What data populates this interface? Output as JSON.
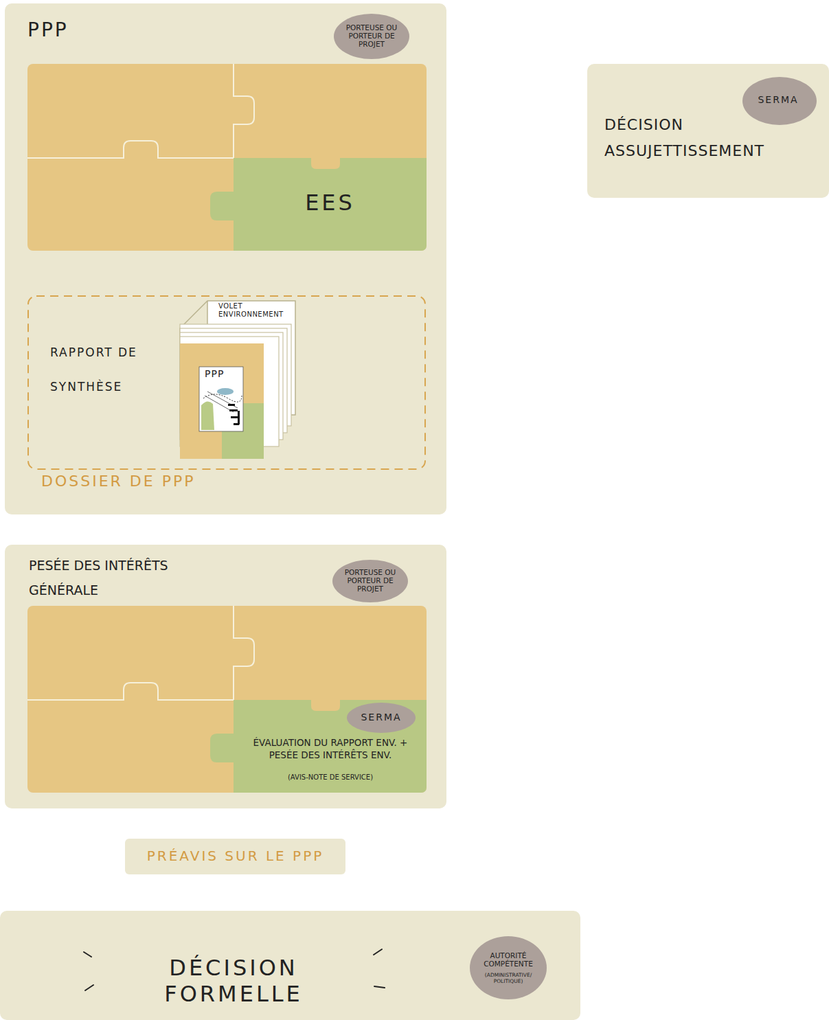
{
  "diagram": {
    "nodes": [
      {
        "text": [
          "PPP"
        ]
      },
      {
        "text": [
          "PORTEUSE OU PORTEUR DE PROJET"
        ],
        "in": 0
      },
      {
        "text": [
          "EES"
        ],
        "in": 0
      },
      {
        "text": [
          "DÉCISION ASSUJETTISSEMENT"
        ]
      },
      {
        "text": [
          "SERMA"
        ],
        "in": 3
      },
      {
        "text": [
          "RAPPORT DE SYNTHÈSE",
          "DOSSIER DE PPP"
        ],
        "in": 0
      },
      {
        "text": [
          "PESÉE DES INTÉRÊTS GÉNÉRALE"
        ]
      },
      {
        "text": [
          "PORTEUSE OU PORTEUR DE PROJET"
        ],
        "in": 6
      },
      {
        "text": [
          "ÉVALUATION DU RAPPORT ENV. + PESÉE DES INTÉRÊTS ENV.",
          "(AVIS-NOTE DE SERVICE)"
        ],
        "in": 6
      },
      {
        "text": [
          "SERMA"
        ],
        "in": 8
      },
      {
        "text": [
          "PRÉAVIS SUR LE PPP"
        ]
      },
      {
        "text": [
          "DÉCISION FORMELLE"
        ]
      },
      {
        "text": [
          "AUTORITÉ COMPÉTENTE",
          "(ADMINISTRATIVE/ POLITIQUE)"
        ],
        "in": 11
      }
    ],
    "edges": [
      {
        "from": 2,
        "to": 3,
        "arrow": "to"
      },
      {
        "from": 3,
        "to": 2,
        "arrow": "to"
      },
      {
        "from": 2,
        "to": 5,
        "arrow": "to"
      },
      {
        "from": 0,
        "to": 6,
        "arrow": "to"
      },
      {
        "from": 6,
        "to": 10,
        "arrow": "to"
      },
      {
        "from": 10,
        "to": 11,
        "arrow": "to"
      }
    ],
    "labels": [
      "VOLET ENVIRONNEMENT",
      "PPP"
    ]
  }
}
